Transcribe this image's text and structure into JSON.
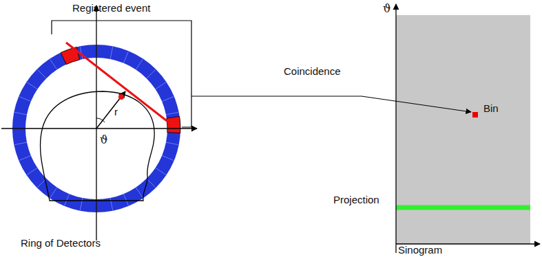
{
  "diagram": {
    "labels": [
      "Registered event",
      "r",
      "ϑ",
      "Ring of Detectors",
      "Coincidence",
      "Bin",
      "ϑ",
      "Projection",
      "Sinogram"
    ]
  }
}
